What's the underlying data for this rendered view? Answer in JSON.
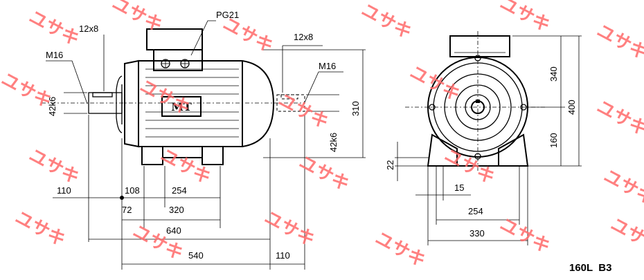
{
  "side_view": {
    "key_left": "12x8",
    "thread_left": "M16",
    "shaft_dia_left": "42k6",
    "terminal_gland": "PG21",
    "nameplate_logo": "MT",
    "key_right": "12x8",
    "thread_right": "M16",
    "shaft_dia_right": "42k6",
    "height_310": "310",
    "dims": {
      "d110a": "110",
      "d108": "108",
      "d254": "254",
      "d72": "72",
      "d320": "320",
      "d640": "640",
      "d540": "540",
      "d110b": "110"
    }
  },
  "front_view": {
    "h340": "340",
    "h400": "400",
    "h160": "160",
    "h22": "22",
    "d15": "15",
    "d254": "254",
    "d330": "330"
  },
  "model_label": "160L  B3",
  "watermark_text": "ユサキ",
  "watermark_color": "#ff6b6b"
}
